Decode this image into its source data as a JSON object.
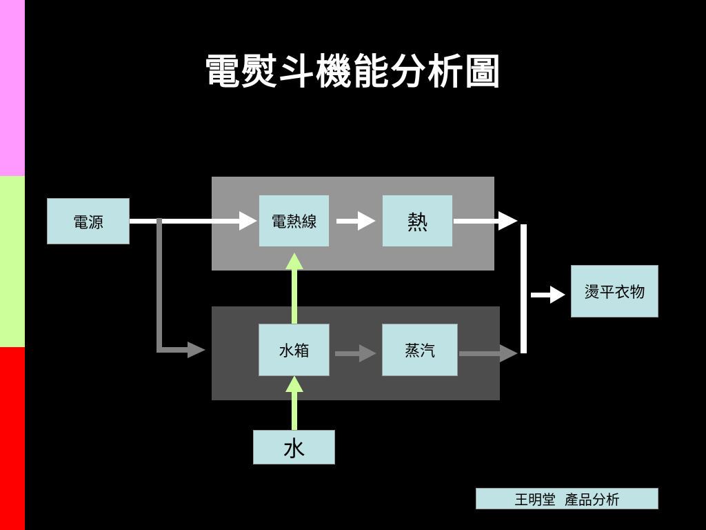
{
  "title": "電熨斗機能分析圖",
  "nodes": {
    "power": "電源",
    "coil": "電熱線",
    "heat": "熱",
    "tank": "水箱",
    "steam": "蒸汽",
    "water": "水",
    "result": "燙平衣物"
  },
  "footer": "王明堂  產品分析",
  "colors": {
    "background": "#000000",
    "box_fill": "#bfe3e5",
    "heat_panel": "#969696",
    "steam_panel": "#4d4d4d",
    "arrow_white": "#ffffff",
    "arrow_gray": "#808080",
    "arrow_green": "#ccff99",
    "stripe_pink": "#ff99ff",
    "stripe_green": "#ccff99",
    "stripe_red": "#ff0000"
  }
}
